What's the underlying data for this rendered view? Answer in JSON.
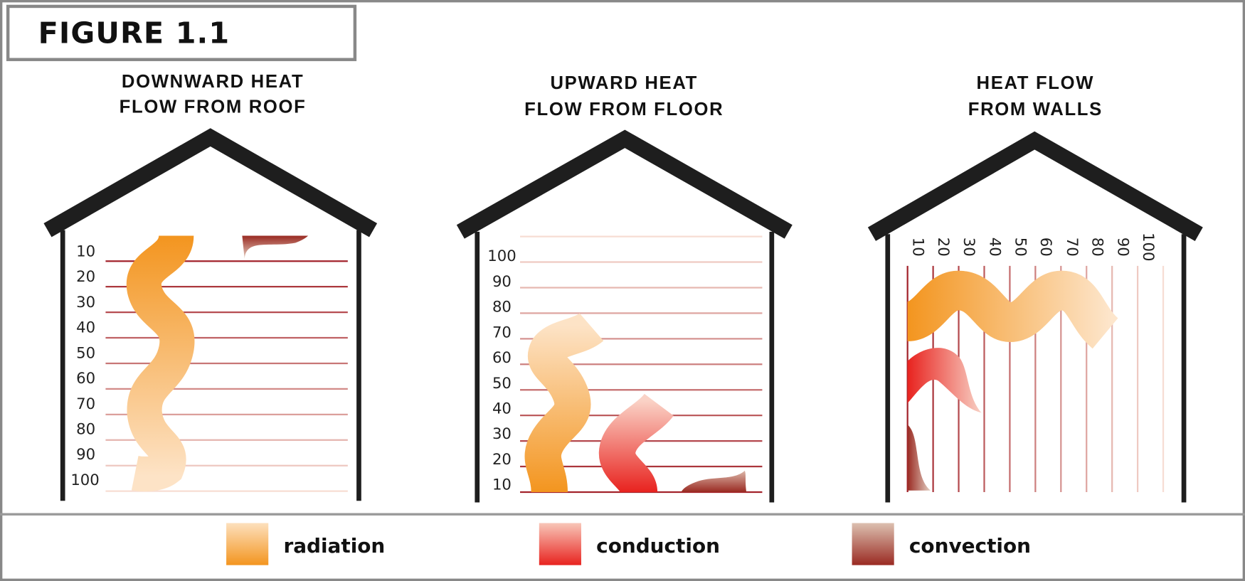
{
  "figure_title": "FIGURE 1.1",
  "panels": [
    {
      "title_lines": [
        "DOWNWARD HEAT",
        "FLOW FROM ROOF"
      ],
      "ticks": [
        "10",
        "20",
        "30",
        "40",
        "50",
        "60",
        "70",
        "80",
        "90",
        "100"
      ]
    },
    {
      "title_lines": [
        "UPWARD HEAT",
        "FLOW FROM FLOOR"
      ],
      "ticks": [
        "100",
        "90",
        "80",
        "70",
        "60",
        "50",
        "40",
        "30",
        "20",
        "10"
      ]
    },
    {
      "title_lines": [
        "HEAT FLOW",
        "FROM WALLS"
      ],
      "ticks": [
        "10",
        "20",
        "30",
        "40",
        "50",
        "60",
        "70",
        "80",
        "90",
        "100"
      ]
    }
  ],
  "legend": [
    {
      "label": "radiation",
      "color_dark": "#f3951f",
      "color_light": "#fde0bd"
    },
    {
      "label": "conduction",
      "color_dark": "#e8231f",
      "color_light": "#f8c6b8"
    },
    {
      "label": "convection",
      "color_dark": "#9a2a22",
      "color_light": "#dcc0b0"
    }
  ],
  "colors": {
    "frame": "#888888",
    "line_dark": "#a3232b",
    "line_light": "#f7ddd3"
  }
}
